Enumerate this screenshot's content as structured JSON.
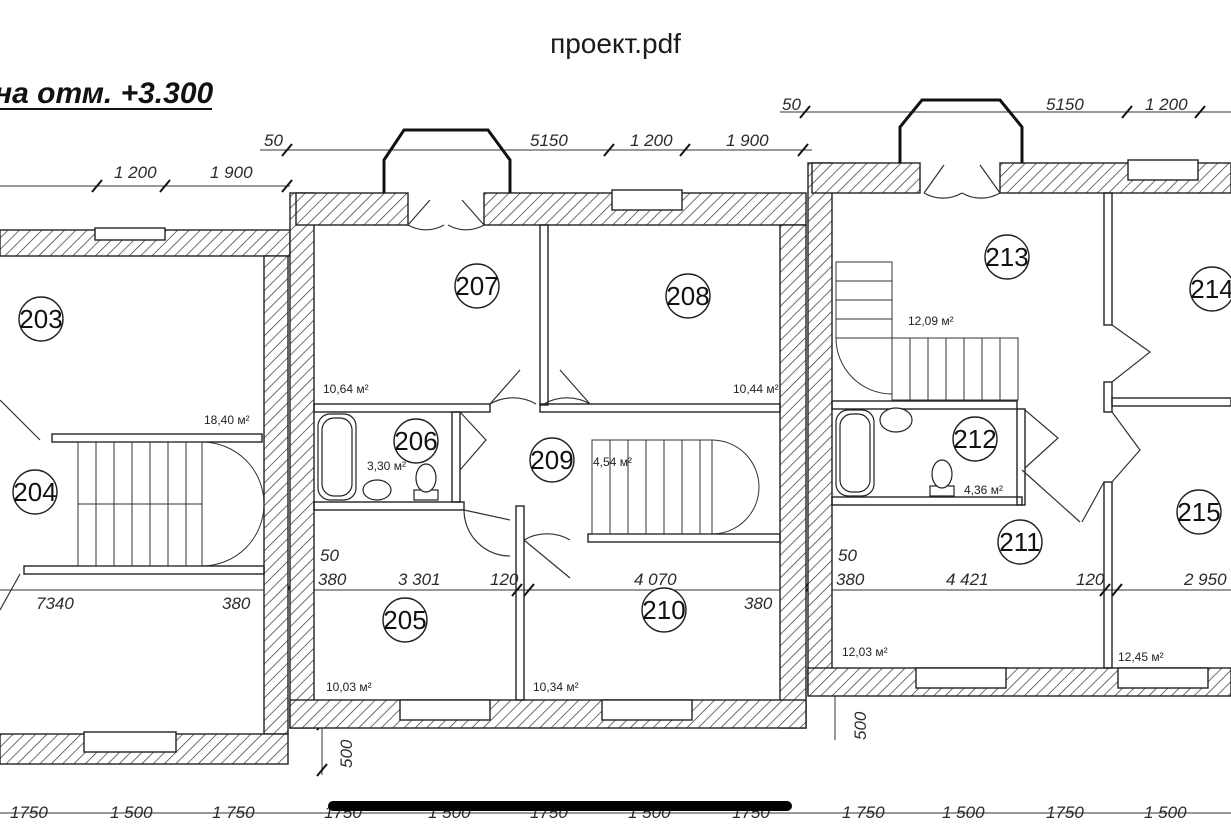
{
  "window": {
    "title": "проект.pdf"
  },
  "plan": {
    "level_label": "на отм. +3.300",
    "rooms": [
      {
        "id": "203",
        "area": "18,40 м²"
      },
      {
        "id": "204",
        "area": ""
      },
      {
        "id": "205",
        "area": "10,03 м²"
      },
      {
        "id": "206",
        "area": "3,30 м²"
      },
      {
        "id": "207",
        "area": "10,64 м²"
      },
      {
        "id": "208",
        "area": "10,44 м²"
      },
      {
        "id": "209",
        "area": "4,54 м²"
      },
      {
        "id": "210",
        "area": "10,34 м²"
      },
      {
        "id": "211",
        "area": "12,03 м²"
      },
      {
        "id": "212",
        "area": "4,36 м²"
      },
      {
        "id": "213",
        "area": "12,09 м²"
      },
      {
        "id": "214",
        "area": ""
      },
      {
        "id": "215",
        "area": "12,45 м²"
      }
    ],
    "dimensions": {
      "top_left": [
        "1 200",
        "1 900"
      ],
      "top_mid": [
        "50",
        "5150",
        "1 200",
        "1 900"
      ],
      "top_right": [
        "50",
        "5150",
        "1 200"
      ],
      "middle_left": [
        "7340",
        "380"
      ],
      "middle_mid": [
        "50",
        "380",
        "3 301",
        "120",
        "4 070",
        "380"
      ],
      "middle_right": [
        "50",
        "380",
        "4 421",
        "120",
        "2 950"
      ],
      "vertical": [
        "500",
        "500"
      ],
      "bottom": [
        "1750",
        "1 500",
        "1 750",
        "1750",
        "1 500",
        "1750",
        "1 500",
        "1750",
        "1 750",
        "1 500",
        "1750",
        "1 500"
      ]
    }
  }
}
